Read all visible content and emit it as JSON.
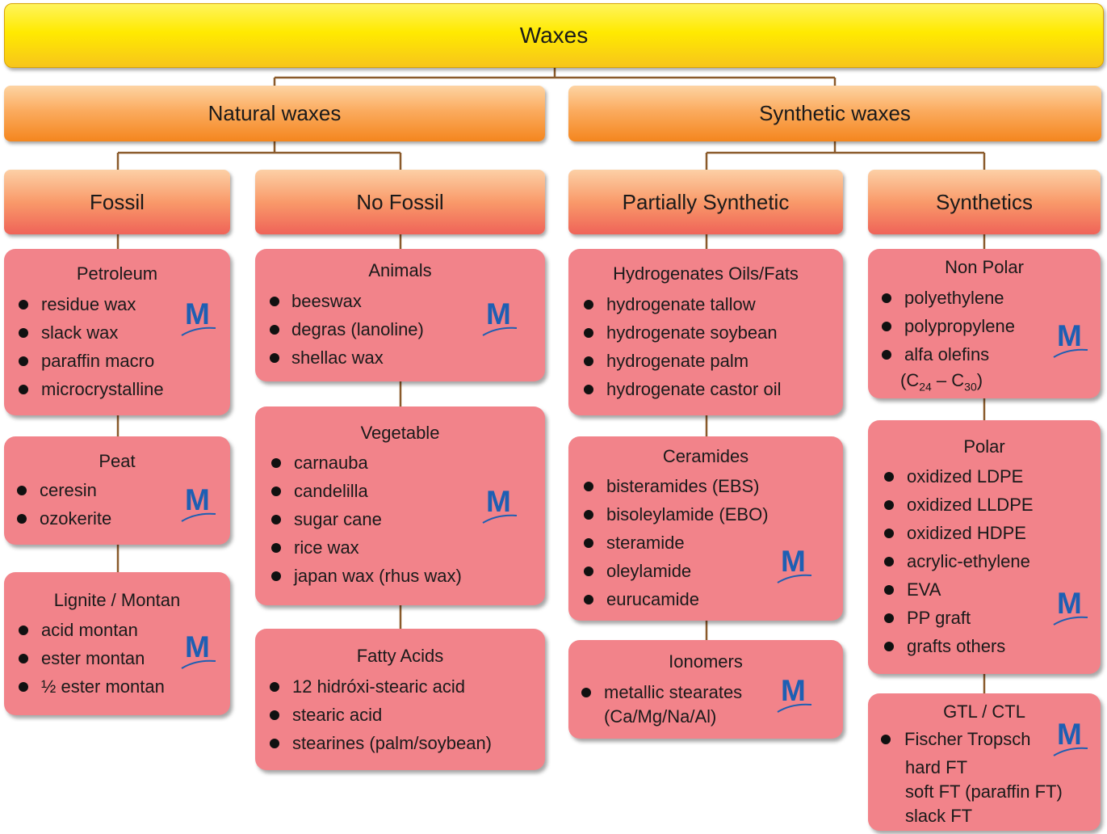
{
  "root": {
    "label": "Waxes"
  },
  "level1": {
    "natural": "Natural waxes",
    "synthetic": "Synthetic waxes"
  },
  "level2": {
    "fossil": "Fossil",
    "no_fossil": "No Fossil",
    "partially_synthetic": "Partially Synthetic",
    "synthetics": "Synthetics"
  },
  "logo_letter": "M",
  "colors": {
    "root": "#ffea00",
    "level1": "#f4861e",
    "level2": "#ef6358",
    "card": "#f2838a",
    "logo": "#1e5fb3",
    "connector": "#8a5a2b"
  },
  "cards": {
    "petroleum": {
      "title": "Petroleum",
      "items": [
        "residue wax",
        "slack wax",
        "paraffin macro",
        "microcrystalline"
      ]
    },
    "peat": {
      "title": "Peat",
      "items": [
        "ceresin",
        "ozokerite"
      ]
    },
    "lignite": {
      "title": "Lignite / Montan",
      "items": [
        "acid montan",
        "ester montan",
        "½ ester montan"
      ]
    },
    "animals": {
      "title": "Animals",
      "items": [
        "beeswax",
        "degras (lanoline)",
        "shellac wax"
      ]
    },
    "vegetable": {
      "title": "Vegetable",
      "items": [
        "carnauba",
        "candelilla",
        "sugar cane",
        "rice wax",
        "japan wax (rhus wax)"
      ]
    },
    "fatty_acids": {
      "title": "Fatty Acids",
      "items": [
        "12 hidróxi-stearic acid",
        "stearic acid",
        "stearines (palm/soybean)"
      ]
    },
    "hydrogenates": {
      "title": "Hydrogenates Oils/Fats",
      "items": [
        "hydrogenate tallow",
        "hydrogenate soybean",
        "hydrogenate palm",
        "hydrogenate castor oil"
      ]
    },
    "ceramides": {
      "title": "Ceramides",
      "items": [
        "bisteramides (EBS)",
        "bisoleylamide (EBO)",
        "steramide",
        "oleylamide",
        "eurucamide"
      ]
    },
    "ionomers": {
      "title": "Ionomers",
      "items": [
        "metallic stearates",
        "(Ca/Mg/Na/Al)"
      ]
    },
    "non_polar": {
      "title": "Non Polar",
      "items": [
        "polyethylene",
        "polypropylene",
        "alfa olefins"
      ],
      "formula": {
        "open": "(C",
        "sub1": "24",
        "dash": " – C",
        "sub2": "30",
        "close": ")"
      }
    },
    "polar": {
      "title": "Polar",
      "items": [
        "oxidized LDPE",
        "oxidized LLDPE",
        "oxidized HDPE",
        "acrylic-ethylene",
        "EVA",
        "PP graft",
        "grafts others"
      ]
    },
    "gtl": {
      "title": "GTL / CTL",
      "items": [
        "Fischer Tropsch",
        "hard FT",
        "soft FT (paraffin FT)",
        "slack FT"
      ]
    }
  }
}
